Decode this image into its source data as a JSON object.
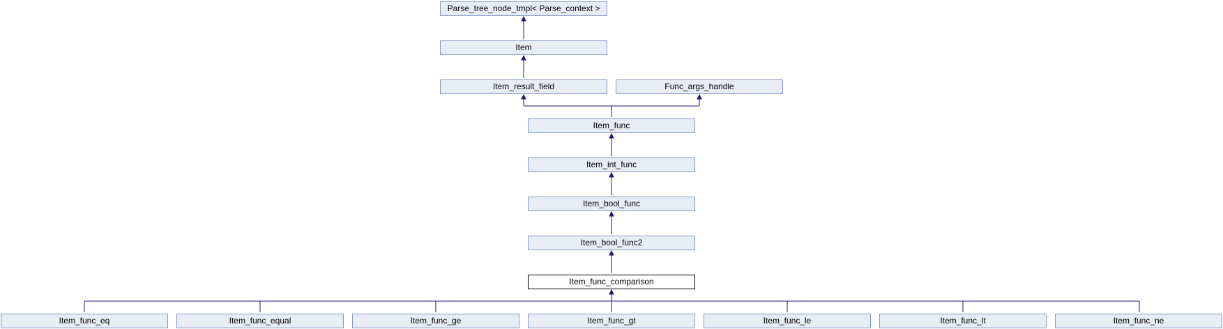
{
  "nodes": {
    "parse_tree": "Parse_tree_node_tmpl< Parse_context >",
    "item": "Item",
    "item_result_field": "Item_result_field",
    "func_args_handle": "Func_args_handle",
    "item_func": "Item_func",
    "item_int_func": "Item_int_func",
    "item_bool_func": "Item_bool_func",
    "item_bool_func2": "Item_bool_func2",
    "item_func_comparison": "Item_func_comparison",
    "item_func_eq": "Item_func_eq",
    "item_func_equal": "Item_func_equal",
    "item_func_ge": "Item_func_ge",
    "item_func_gt": "Item_func_gt",
    "item_func_le": "Item_func_le",
    "item_func_lt": "Item_func_lt",
    "item_func_ne": "Item_func_ne"
  },
  "colors": {
    "node_fill": "#e8ecf5",
    "node_border": "#8497c8",
    "current_node_border": "#000000",
    "edge": "#1a1a7a"
  }
}
